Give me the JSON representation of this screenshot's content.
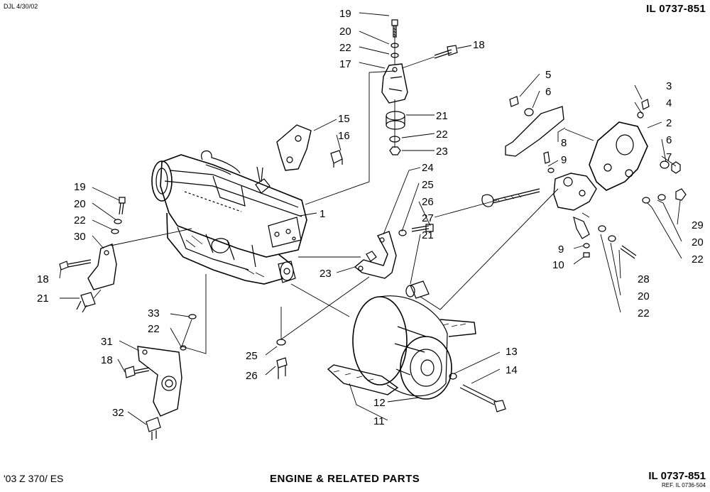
{
  "header": {
    "date_code": "DJL 4/30/02",
    "illustration_id": "IL 0737-851"
  },
  "footer": {
    "model": "'03 Z 370/ ES",
    "title": "ENGINE & RELATED PARTS",
    "illustration_id": "IL 0737-851",
    "reference": "REF. IL 0736-504"
  },
  "callouts": {
    "top_mount": [
      "19",
      "20",
      "22",
      "17",
      "18",
      "21",
      "22",
      "23"
    ],
    "engine_top": [
      "15",
      "16",
      "1"
    ],
    "left_mount": [
      "19",
      "20",
      "22",
      "30",
      "18",
      "21"
    ],
    "front_bracket": [
      "33",
      "22",
      "31",
      "18",
      "32"
    ],
    "center": [
      "24",
      "25",
      "26",
      "27",
      "21",
      "23",
      "25",
      "26"
    ],
    "clutch": [
      "13",
      "14",
      "12",
      "11"
    ],
    "right_bracket": [
      "5",
      "6",
      "3",
      "4",
      "2",
      "6",
      "7",
      "8",
      "9",
      "29",
      "20",
      "22",
      "9",
      "10",
      "28",
      "20",
      "22"
    ]
  },
  "colors": {
    "ink": "#000000",
    "paper": "#ffffff"
  }
}
